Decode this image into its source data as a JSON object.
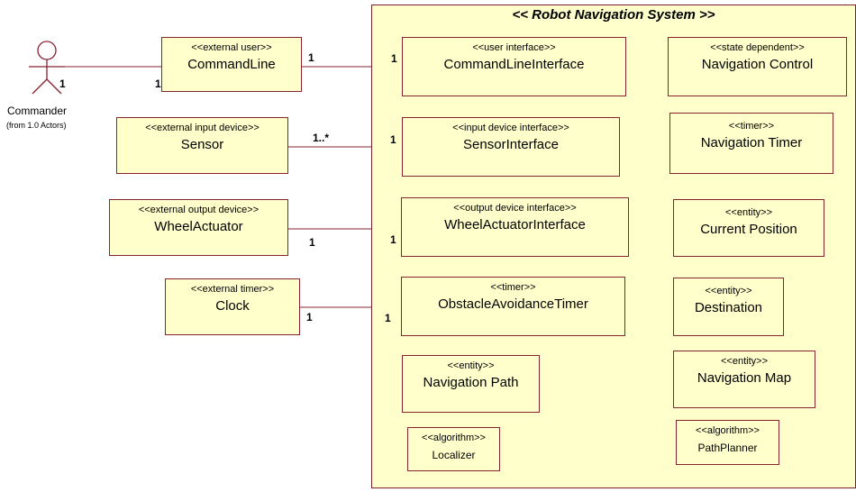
{
  "package": {
    "title": "<< Robot Navigation System >>"
  },
  "actor": {
    "name": "Commander",
    "from": "(from 1.0 Actors)"
  },
  "external": {
    "command_line": {
      "stereotype": "<<external user>>",
      "name": "CommandLine"
    },
    "sensor": {
      "stereotype": "<<external input device>>",
      "name": "Sensor"
    },
    "wheel_actuator": {
      "stereotype": "<<external output device>>",
      "name": "WheelActuator"
    },
    "clock": {
      "stereotype": "<<external timer>>",
      "name": "Clock"
    }
  },
  "internal": {
    "command_line_interface": {
      "stereotype": "<<user interface>>",
      "name": "CommandLineInterface"
    },
    "sensor_interface": {
      "stereotype": "<<input device interface>>",
      "name": "SensorInterface"
    },
    "wheel_actuator_interface": {
      "stereotype": "<<output device interface>>",
      "name": "WheelActuatorInterface"
    },
    "obstacle_avoidance_timer": {
      "stereotype": "<<timer>>",
      "name": "ObstacleAvoidanceTimer"
    },
    "navigation_path": {
      "stereotype": "<<entity>>",
      "name": "Navigation Path"
    },
    "localizer": {
      "stereotype": "<<algorithm>>",
      "name": "Localizer"
    },
    "navigation_control": {
      "stereotype": "<<state dependent>>",
      "name": "Navigation Control"
    },
    "navigation_timer": {
      "stereotype": "<<timer>>",
      "name": "Navigation Timer"
    },
    "current_position": {
      "stereotype": "<<entity>>",
      "name": "Current Position"
    },
    "destination": {
      "stereotype": "<<entity>>",
      "name": "Destination"
    },
    "navigation_map": {
      "stereotype": "<<entity>>",
      "name": "Navigation Map"
    },
    "path_planner": {
      "stereotype": "<<algorithm>>",
      "name": "PathPlanner"
    }
  },
  "multiplicities": {
    "actor_side": "1",
    "command_line_left": "1",
    "command_line_right": "1",
    "command_line_interface": "1",
    "sensor": "1..*",
    "sensor_interface": "1",
    "wheel_actuator": "1",
    "wheel_actuator_interface": "1",
    "clock": "1",
    "obstacle_avoidance_timer": "1"
  },
  "colors": {
    "fill": "#ffffcc",
    "line": "#8a2330",
    "text": "#000000"
  }
}
